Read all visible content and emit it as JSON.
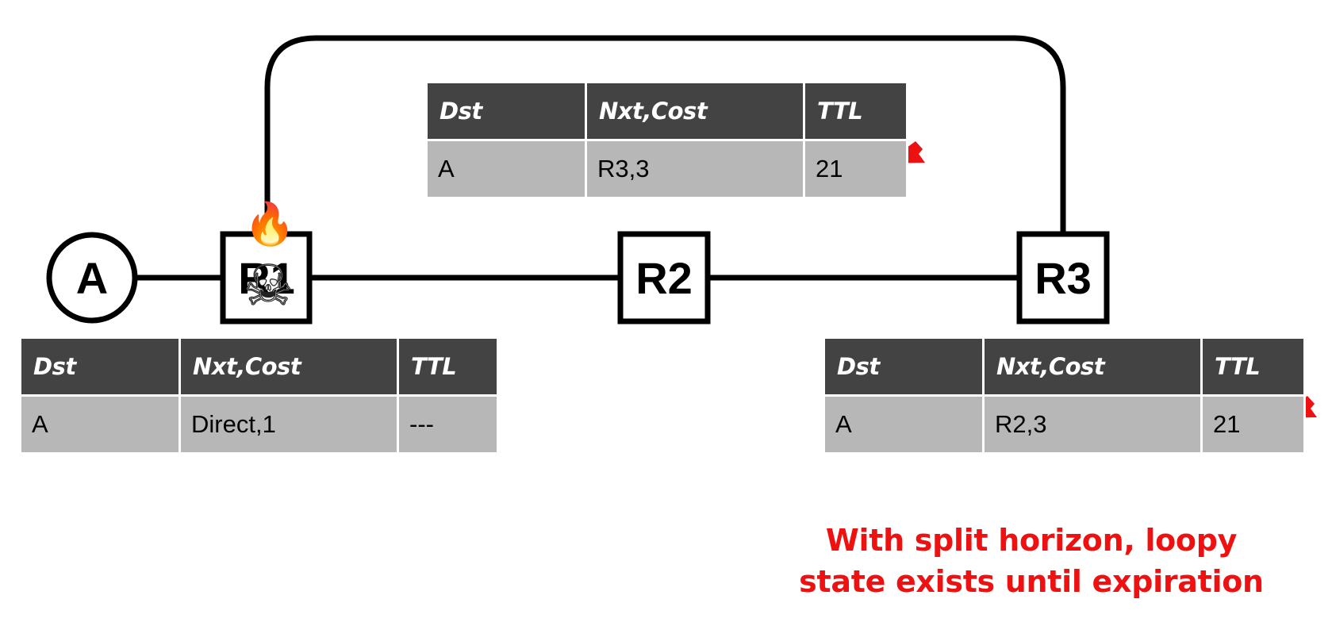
{
  "nodes": {
    "A": "A",
    "R1": "R1",
    "R2": "R2",
    "R3": "R3"
  },
  "icons": {
    "fire": "🔥",
    "skull": "☠"
  },
  "colors": {
    "header_bg": "#434343",
    "cell_bg": "#b7b7b7",
    "caption": "#ee1111",
    "arrow": "#ee1111"
  },
  "tables": {
    "r1": {
      "headers": [
        "Dst",
        "Nxt,Cost",
        "TTL"
      ],
      "row": [
        "A",
        "Direct,1",
        "---"
      ]
    },
    "r2": {
      "headers": [
        "Dst",
        "Nxt,Cost",
        "TTL"
      ],
      "row": [
        "A",
        "R3,3",
        "21"
      ]
    },
    "r3": {
      "headers": [
        "Dst",
        "Nxt,Cost",
        "TTL"
      ],
      "row": [
        "A",
        "R2,3",
        "21"
      ]
    }
  },
  "caption": {
    "line1": "With split horizon, loopy",
    "line2": "state exists until expiration"
  }
}
